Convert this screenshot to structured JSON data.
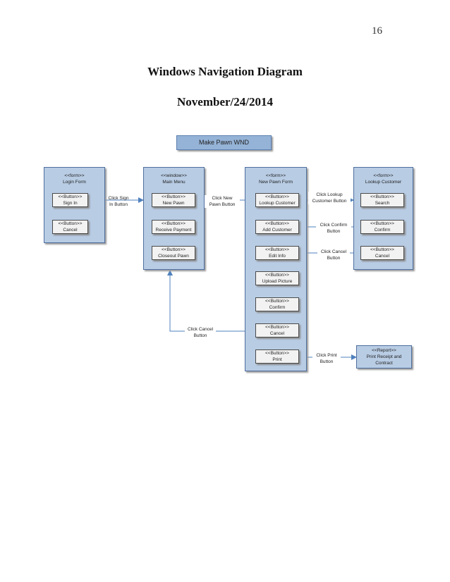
{
  "page_number": "16",
  "title": "Windows Navigation Diagram",
  "date": "November/24/2014",
  "header": "Make Pawn WND",
  "panels": {
    "login": {
      "stereotype": "<<form>>",
      "name": "Login Form",
      "buttons": [
        {
          "stereotype": "<<Button>>",
          "label": "Sign In"
        },
        {
          "stereotype": "<<Button>>",
          "label": "Cancel"
        }
      ]
    },
    "main": {
      "stereotype": "<<window>>",
      "name": "Main Menu",
      "buttons": [
        {
          "stereotype": "<<Button>>",
          "label": "New Pawn"
        },
        {
          "stereotype": "<<Button>>",
          "label": "Receive Payment"
        },
        {
          "stereotype": "<<Button>>",
          "label": "Closeout Pawn"
        }
      ]
    },
    "newpawn": {
      "stereotype": "<<form>>",
      "name": "New Pawn Form",
      "buttons": [
        {
          "stereotype": "<<Button>>",
          "label": "Lookup Customer"
        },
        {
          "stereotype": "<<Button>>",
          "label": "Add Customer"
        },
        {
          "stereotype": "<<Button>>",
          "label": "Edit Info"
        },
        {
          "stereotype": "<<Button>>",
          "label": "Upload Picture"
        },
        {
          "stereotype": "<<Button>>",
          "label": "Confirm"
        },
        {
          "stereotype": "<<Button>>",
          "label": "Cancel"
        },
        {
          "stereotype": "<<Button>>",
          "label": "Print"
        }
      ]
    },
    "lookup": {
      "stereotype": "<<form>>",
      "name": "Lookup Customer",
      "buttons": [
        {
          "stereotype": "<<Button>>",
          "label": "Search"
        },
        {
          "stereotype": "<<Button>>",
          "label": "Confirm"
        },
        {
          "stereotype": "<<Button>>",
          "label": "Cancel"
        }
      ]
    }
  },
  "report": {
    "stereotype": "<<Report>>",
    "line1": "Print Receipt and",
    "line2": "Contract"
  },
  "edges": {
    "sign_in": {
      "line1": "Click Sign",
      "line2": "In Button"
    },
    "new_pawn": {
      "line1": "Click New",
      "line2": "Pawn Button"
    },
    "lookup": {
      "line1": "Click Lookup",
      "line2": "Customer Button"
    },
    "confirm": {
      "line1": "Click Confirm",
      "line2": "Button"
    },
    "cancel_lookup": {
      "line1": "Click Cancel",
      "line2": "Button"
    },
    "cancel_newpawn": {
      "line1": "Click Cancel",
      "line2": "Button"
    },
    "print": {
      "line1": "Click Print",
      "line2": "Button"
    }
  },
  "colors": {
    "panel_fill": "#b8cce4",
    "header_fill": "#95b3d7",
    "connector": "#4f81bd",
    "button_fill": "#f2f2f2"
  }
}
